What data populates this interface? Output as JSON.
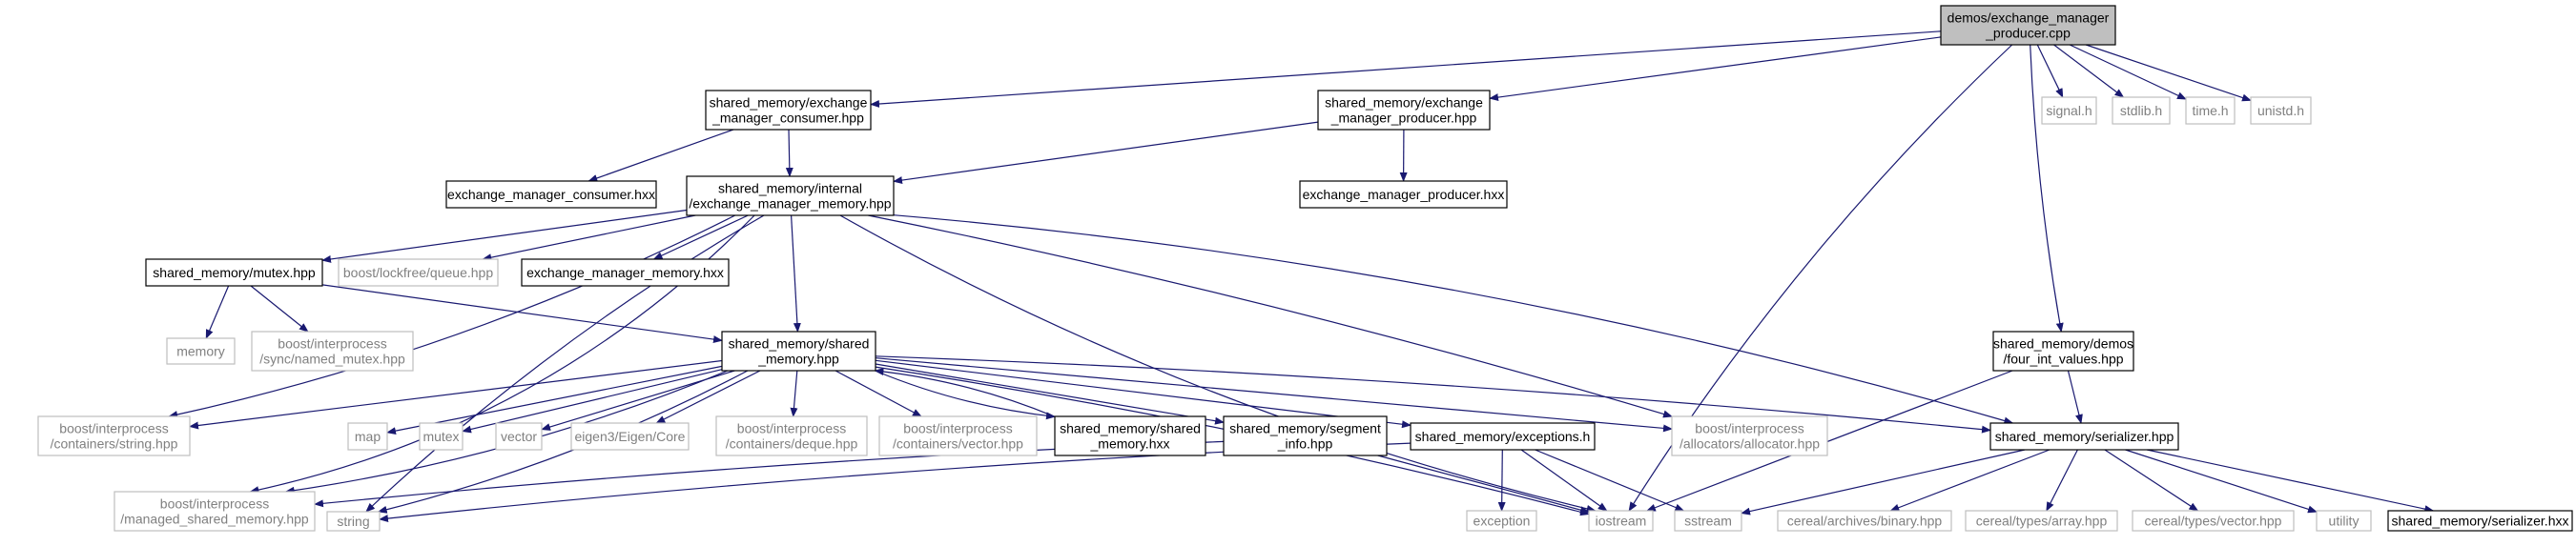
{
  "graph": {
    "colors": {
      "edge": "#191970",
      "root_fill": "#bfbfbf",
      "node_border": "#000000",
      "external_border": "#bfbfbf",
      "external_text": "#808080",
      "node_text": "#000000"
    },
    "nodes": [
      {
        "id": "root",
        "lines": [
          "demos/exchange_manager",
          "_producer.cpp"
        ],
        "kind": "root"
      },
      {
        "id": "signal_h",
        "lines": [
          "signal.h"
        ],
        "kind": "external"
      },
      {
        "id": "stdlib_h",
        "lines": [
          "stdlib.h"
        ],
        "kind": "external"
      },
      {
        "id": "time_h",
        "lines": [
          "time.h"
        ],
        "kind": "external"
      },
      {
        "id": "unistd_h",
        "lines": [
          "unistd.h"
        ],
        "kind": "external"
      },
      {
        "id": "consumer_hpp",
        "lines": [
          "shared_memory/exchange",
          "_manager_consumer.hpp"
        ],
        "kind": "local"
      },
      {
        "id": "producer_hpp",
        "lines": [
          "shared_memory/exchange",
          "_manager_producer.hpp"
        ],
        "kind": "local"
      },
      {
        "id": "consumer_hxx",
        "lines": [
          "exchange_manager_consumer.hxx"
        ],
        "kind": "local"
      },
      {
        "id": "producer_hxx",
        "lines": [
          "exchange_manager_producer.hxx"
        ],
        "kind": "local"
      },
      {
        "id": "memory_hpp",
        "lines": [
          "shared_memory/internal",
          "/exchange_manager_memory.hpp"
        ],
        "kind": "local"
      },
      {
        "id": "mutex_hpp",
        "lines": [
          "shared_memory/mutex.hpp"
        ],
        "kind": "local"
      },
      {
        "id": "lockfree_queue",
        "lines": [
          "boost/lockfree/queue.hpp"
        ],
        "kind": "external"
      },
      {
        "id": "memory_hxx",
        "lines": [
          "exchange_manager_memory.hxx"
        ],
        "kind": "local"
      },
      {
        "id": "memory_std",
        "lines": [
          "memory"
        ],
        "kind": "external"
      },
      {
        "id": "named_mutex",
        "lines": [
          "boost/interprocess",
          "/sync/named_mutex.hpp"
        ],
        "kind": "external"
      },
      {
        "id": "shared_memory_hpp",
        "lines": [
          "shared_memory/shared",
          "_memory.hpp"
        ],
        "kind": "local"
      },
      {
        "id": "four_int",
        "lines": [
          "shared_memory/demos",
          "/four_int_values.hpp"
        ],
        "kind": "local"
      },
      {
        "id": "containers_string",
        "lines": [
          "boost/interprocess",
          "/containers/string.hpp"
        ],
        "kind": "external"
      },
      {
        "id": "map",
        "lines": [
          "map"
        ],
        "kind": "external"
      },
      {
        "id": "mutex_std",
        "lines": [
          "mutex"
        ],
        "kind": "external"
      },
      {
        "id": "vector_std",
        "lines": [
          "vector"
        ],
        "kind": "external"
      },
      {
        "id": "eigen",
        "lines": [
          "eigen3/Eigen/Core"
        ],
        "kind": "external"
      },
      {
        "id": "containers_deque",
        "lines": [
          "boost/interprocess",
          "/containers/deque.hpp"
        ],
        "kind": "external"
      },
      {
        "id": "containers_vector",
        "lines": [
          "boost/interprocess",
          "/containers/vector.hpp"
        ],
        "kind": "external"
      },
      {
        "id": "shared_memory_hxx",
        "lines": [
          "shared_memory/shared",
          "_memory.hxx"
        ],
        "kind": "local"
      },
      {
        "id": "segment_info",
        "lines": [
          "shared_memory/segment",
          "_info.hpp"
        ],
        "kind": "local"
      },
      {
        "id": "exceptions_h",
        "lines": [
          "shared_memory/exceptions.h"
        ],
        "kind": "local"
      },
      {
        "id": "allocator",
        "lines": [
          "boost/interprocess",
          "/allocators/allocator.hpp"
        ],
        "kind": "external"
      },
      {
        "id": "serializer_hpp",
        "lines": [
          "shared_memory/serializer.hpp"
        ],
        "kind": "local"
      },
      {
        "id": "managed_shm",
        "lines": [
          "boost/interprocess",
          "/managed_shared_memory.hpp"
        ],
        "kind": "external"
      },
      {
        "id": "string_std",
        "lines": [
          "string"
        ],
        "kind": "external"
      },
      {
        "id": "exception_std",
        "lines": [
          "exception"
        ],
        "kind": "external"
      },
      {
        "id": "iostream",
        "lines": [
          "iostream"
        ],
        "kind": "external"
      },
      {
        "id": "sstream",
        "lines": [
          "sstream"
        ],
        "kind": "external"
      },
      {
        "id": "cereal_binary",
        "lines": [
          "cereal/archives/binary.hpp"
        ],
        "kind": "external"
      },
      {
        "id": "cereal_array",
        "lines": [
          "cereal/types/array.hpp"
        ],
        "kind": "external"
      },
      {
        "id": "cereal_vector",
        "lines": [
          "cereal/types/vector.hpp"
        ],
        "kind": "external"
      },
      {
        "id": "utility",
        "lines": [
          "utility"
        ],
        "kind": "external"
      },
      {
        "id": "serializer_hxx",
        "lines": [
          "shared_memory/serializer.hxx"
        ],
        "kind": "local"
      }
    ],
    "edges": [
      [
        "root",
        "consumer_hpp"
      ],
      [
        "root",
        "producer_hpp"
      ],
      [
        "root",
        "iostream"
      ],
      [
        "root",
        "signal_h"
      ],
      [
        "root",
        "stdlib_h"
      ],
      [
        "root",
        "time_h"
      ],
      [
        "root",
        "unistd_h"
      ],
      [
        "root",
        "four_int"
      ],
      [
        "consumer_hpp",
        "consumer_hxx"
      ],
      [
        "consumer_hpp",
        "memory_hpp"
      ],
      [
        "producer_hpp",
        "memory_hpp"
      ],
      [
        "producer_hpp",
        "producer_hxx"
      ],
      [
        "memory_hpp",
        "mutex_hpp"
      ],
      [
        "memory_hpp",
        "lockfree_queue"
      ],
      [
        "memory_hpp",
        "memory_hxx"
      ],
      [
        "memory_hpp",
        "shared_memory_hpp"
      ],
      [
        "memory_hpp",
        "containers_string"
      ],
      [
        "memory_hpp",
        "managed_shm"
      ],
      [
        "memory_hpp",
        "string_std"
      ],
      [
        "memory_hpp",
        "allocator"
      ],
      [
        "memory_hpp",
        "iostream"
      ],
      [
        "memory_hpp",
        "serializer_hpp"
      ],
      [
        "mutex_hpp",
        "memory_std"
      ],
      [
        "mutex_hpp",
        "named_mutex"
      ],
      [
        "mutex_hpp",
        "shared_memory_hpp"
      ],
      [
        "shared_memory_hpp",
        "containers_string"
      ],
      [
        "shared_memory_hpp",
        "managed_shm"
      ],
      [
        "shared_memory_hpp",
        "string_std"
      ],
      [
        "shared_memory_hpp",
        "map"
      ],
      [
        "shared_memory_hpp",
        "mutex_std"
      ],
      [
        "shared_memory_hpp",
        "vector_std"
      ],
      [
        "shared_memory_hpp",
        "eigen"
      ],
      [
        "shared_memory_hpp",
        "containers_deque"
      ],
      [
        "shared_memory_hpp",
        "containers_vector"
      ],
      [
        "shared_memory_hpp",
        "shared_memory_hxx"
      ],
      [
        "shared_memory_hxx",
        "shared_memory_hpp"
      ],
      [
        "shared_memory_hpp",
        "segment_info"
      ],
      [
        "shared_memory_hpp",
        "exceptions_h"
      ],
      [
        "shared_memory_hpp",
        "allocator"
      ],
      [
        "shared_memory_hpp",
        "serializer_hpp"
      ],
      [
        "shared_memory_hpp",
        "iostream"
      ],
      [
        "segment_info",
        "managed_shm"
      ],
      [
        "segment_info",
        "iostream"
      ],
      [
        "exceptions_h",
        "exception_std"
      ],
      [
        "exceptions_h",
        "iostream"
      ],
      [
        "exceptions_h",
        "sstream"
      ],
      [
        "exceptions_h",
        "string_std"
      ],
      [
        "four_int",
        "serializer_hpp"
      ],
      [
        "four_int",
        "iostream"
      ],
      [
        "serializer_hpp",
        "sstream"
      ],
      [
        "serializer_hpp",
        "cereal_binary"
      ],
      [
        "serializer_hpp",
        "cereal_array"
      ],
      [
        "serializer_hpp",
        "cereal_vector"
      ],
      [
        "serializer_hpp",
        "utility"
      ],
      [
        "serializer_hpp",
        "serializer_hxx"
      ]
    ]
  }
}
